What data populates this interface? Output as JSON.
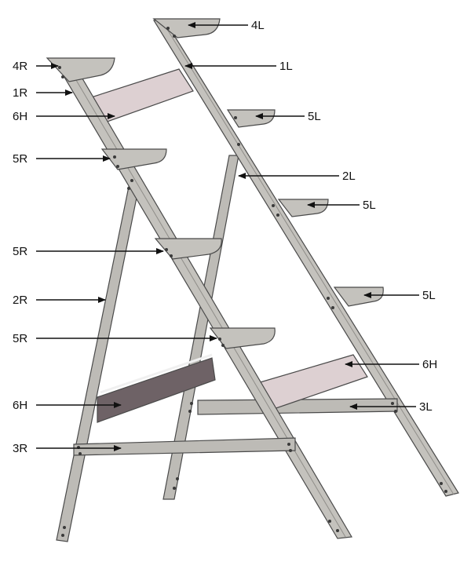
{
  "diagram": {
    "labels": {
      "4L": "4L",
      "1L": "1L",
      "5L_a": "5L",
      "2L": "2L",
      "5L_b": "5L",
      "5L_c": "5L",
      "6H_right": "6H",
      "3L": "3L",
      "4R": "4R",
      "1R": "1R",
      "6H_left_top": "6H",
      "5R_a": "5R",
      "5R_b": "5R",
      "2R": "2R",
      "5R_c": "5R",
      "6H_left_bottom": "6H",
      "3R": "3R"
    }
  },
  "colors": {
    "steel": "#bdbbb6",
    "steel_dark": "#8f8d89",
    "plate_light": "#ddd0d2",
    "plate_dark": "#6e6266",
    "outline": "#4a4a4a"
  }
}
